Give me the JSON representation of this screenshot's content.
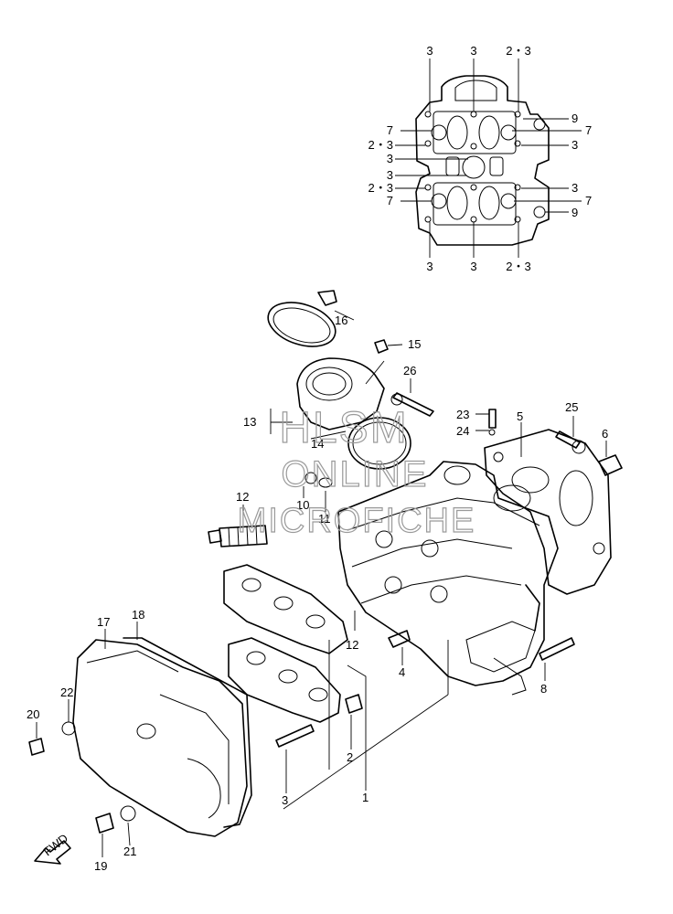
{
  "watermark": {
    "line1": "HLSM",
    "line2": "ONLINE",
    "line3": "MICROFICHE"
  },
  "fwd_label": "FWD",
  "top_view": {
    "left_top": "3",
    "mid_top": "3",
    "right_top": "2・3",
    "l_7a": "7",
    "r_9a": "9",
    "r_7a": "7",
    "l_23a": "2・3",
    "r_3a": "3",
    "l_3a": "3",
    "l_3b": "3",
    "l_23b": "2・3",
    "r_3b": "3",
    "l_7b": "7",
    "r_7b": "7",
    "r_9b": "9",
    "left_bot": "3",
    "mid_bot": "3",
    "right_bot": "2・3"
  },
  "callouts": {
    "p1": "1",
    "p2": "2",
    "p3": "3",
    "p4": "4",
    "p5": "5",
    "p6": "6",
    "p8": "8",
    "p10": "10",
    "p11": "11",
    "p12a": "12",
    "p12b": "12",
    "p13": "13",
    "p14": "14",
    "p15": "15",
    "p16": "16",
    "p17": "17",
    "p18": "18",
    "p19": "19",
    "p20": "20",
    "p21": "21",
    "p22": "22",
    "p23": "23",
    "p24": "24",
    "p25": "25",
    "p26": "26"
  }
}
